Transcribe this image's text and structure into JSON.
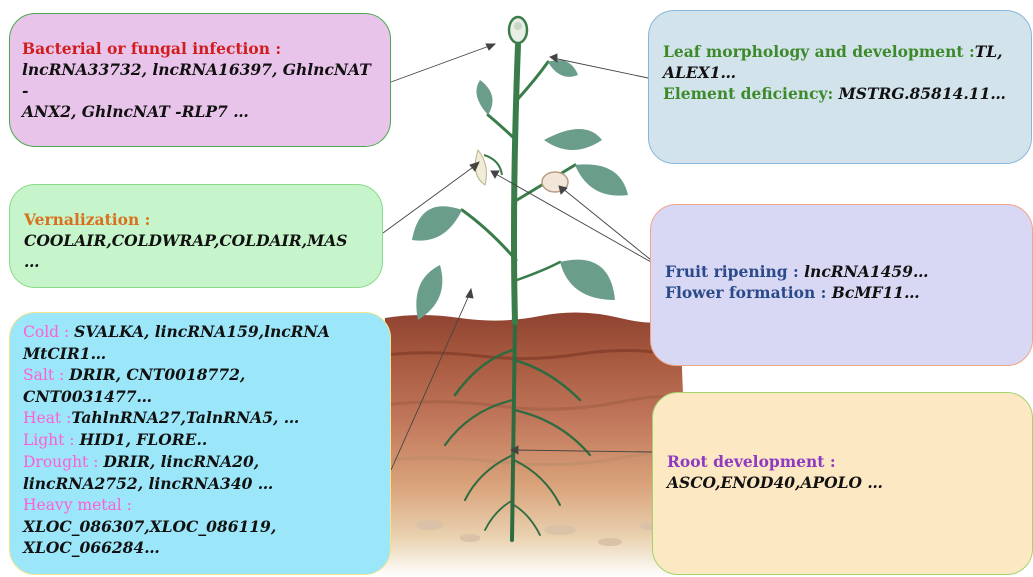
{
  "boxes": {
    "bacterial": {
      "label": "Bacterial or fungal infection :",
      "line1": "lncRNA33732, lncRNA16397, GhlncNAT -",
      "line2": "ANX2, GhlncNAT -RLP7 …"
    },
    "leaf": {
      "label1": "Leaf morphology and development :",
      "value1a": "TL,",
      "value1b": "ALEX1…",
      "label2": "Element deficiency: ",
      "value2": "MSTRG.85814.11…"
    },
    "vernalization": {
      "label": "Vernalization :",
      "line1": "COOLAIR,COLDWRAP,COLDAIR,MAS",
      "line2": "…"
    },
    "fruit": {
      "label1": "Fruit ripening : ",
      "value1": "lncRNA1459…",
      "label2": "Flower formation : ",
      "value2": "BcMF11…"
    },
    "stress": {
      "cold_label": "Cold : ",
      "cold_value1": "SVALKA, lincRNA159,lncRNA",
      "cold_value2": "MtCIR1…",
      "salt_label": "Salt : ",
      "salt_value1": "DRIR, CNT0018772,",
      "salt_value2": "CNT0031477…",
      "heat_label": "Heat :",
      "heat_value": "TahlnRNA27,TalnRNA5,  …",
      "light_label": "Light : ",
      "light_value": "HID1, FLORE..",
      "drought_label": "Drought : ",
      "drought_value1": "DRIR, lincRNA20,",
      "drought_value2": "lincRNA2752, lincRNA340  …",
      "metal_label": "Heavy metal :",
      "metal_value1": "XLOC_086307,XLOC_086119,",
      "metal_value2": "XLOC_066284…"
    },
    "root": {
      "label": "Root development :",
      "value": "ASCO,ENOD40,APOLO …"
    }
  },
  "colors": {
    "stem": "#3a7d4a",
    "leaf": "#6b9e8a",
    "soil_top": "#8f4230",
    "soil_mid": "#c0765a",
    "soil_low": "#e2c7a4"
  }
}
